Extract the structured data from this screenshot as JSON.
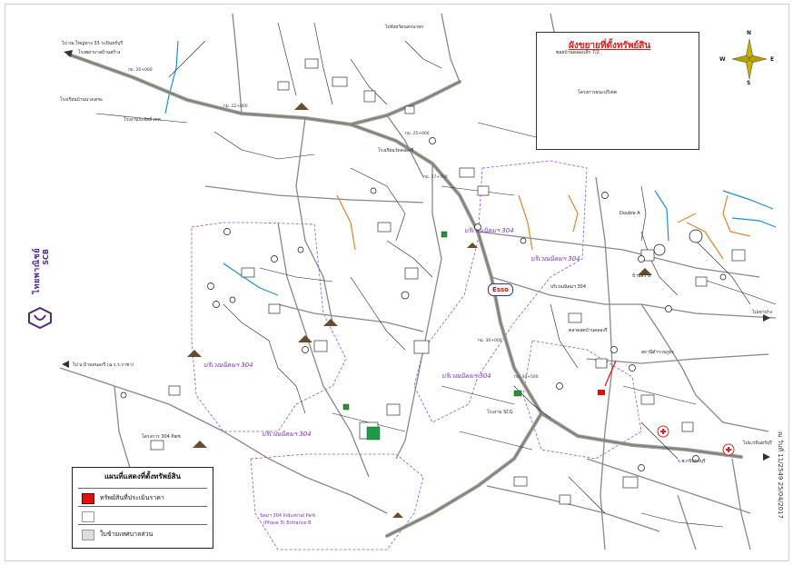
{
  "brand": {
    "name": "ไทยพาณิชย์",
    "code": "SCB"
  },
  "inset": {
    "title": "ผังขยายที่ตั้งทรัพย์สิน",
    "road": "ซอยบ้านคลองเจ๊ก 7/2",
    "site_label": "โครงการธนะบุรีเทค"
  },
  "compass": {
    "n": "N",
    "s": "S",
    "e": "E",
    "w": "W"
  },
  "legend": {
    "title": "แผนที่แสดงที่ตั้งทรัพย์สิน",
    "rows": [
      {
        "label": "ทรัพย์สินที่ประเมินราคา",
        "color": "#e01010"
      },
      {
        "label": "",
        "color": "#ffffff"
      },
      {
        "label": "ใบข้ามเทศบาลส่วน",
        "color": "#dddddd"
      }
    ]
  },
  "zones": [
    "บริเวณนิคมฯ 304",
    "บริเวณนิคมฯ 304",
    "บริเวณนิคมฯ 304",
    "บริเวณนิคมฯ 304",
    "บริเวณนิคมฯ 304"
  ],
  "park": {
    "line1": "นิคมฯ 304 Industrial Park",
    "line2": "(Phase 5) Entrance B"
  },
  "side_date": "ณ วันที่ 11/2549 25/04/2017",
  "labels": [
    "ไป กม.ใหญ่ทาง 33 ระบินทร์บุรี",
    "โรงพยาบาลบ้านสร้าง",
    "โรงเรียนบ้านบางเดชะ",
    "โรงงานระสัสส์ เทค",
    "ไปจังหวัดนครนายก",
    "ไป บ.บ้านหนองรี (ฉ.ร.ร.ราชา)",
    "โครงการ 304 Park",
    "Esso",
    "Double A",
    "บ้านสร้าง",
    "ไปอ.กบินทร์บุรี",
    "ไปเขาปาง",
    "บริเวณนิคมฯ 304",
    "ตลาดสดบ้านคลองรี",
    "สถานีตำรวจภูธร",
    "ร.พ.กบินทร์บุรี",
    "โรงเรียนวัดคลองรี",
    "โรงงาน SCG",
    "กม. 20+000",
    "กม. 22+000",
    "กม. 25+000",
    "กม. 27+700",
    "กม. 30+000",
    "กม. 34+500"
  ]
}
